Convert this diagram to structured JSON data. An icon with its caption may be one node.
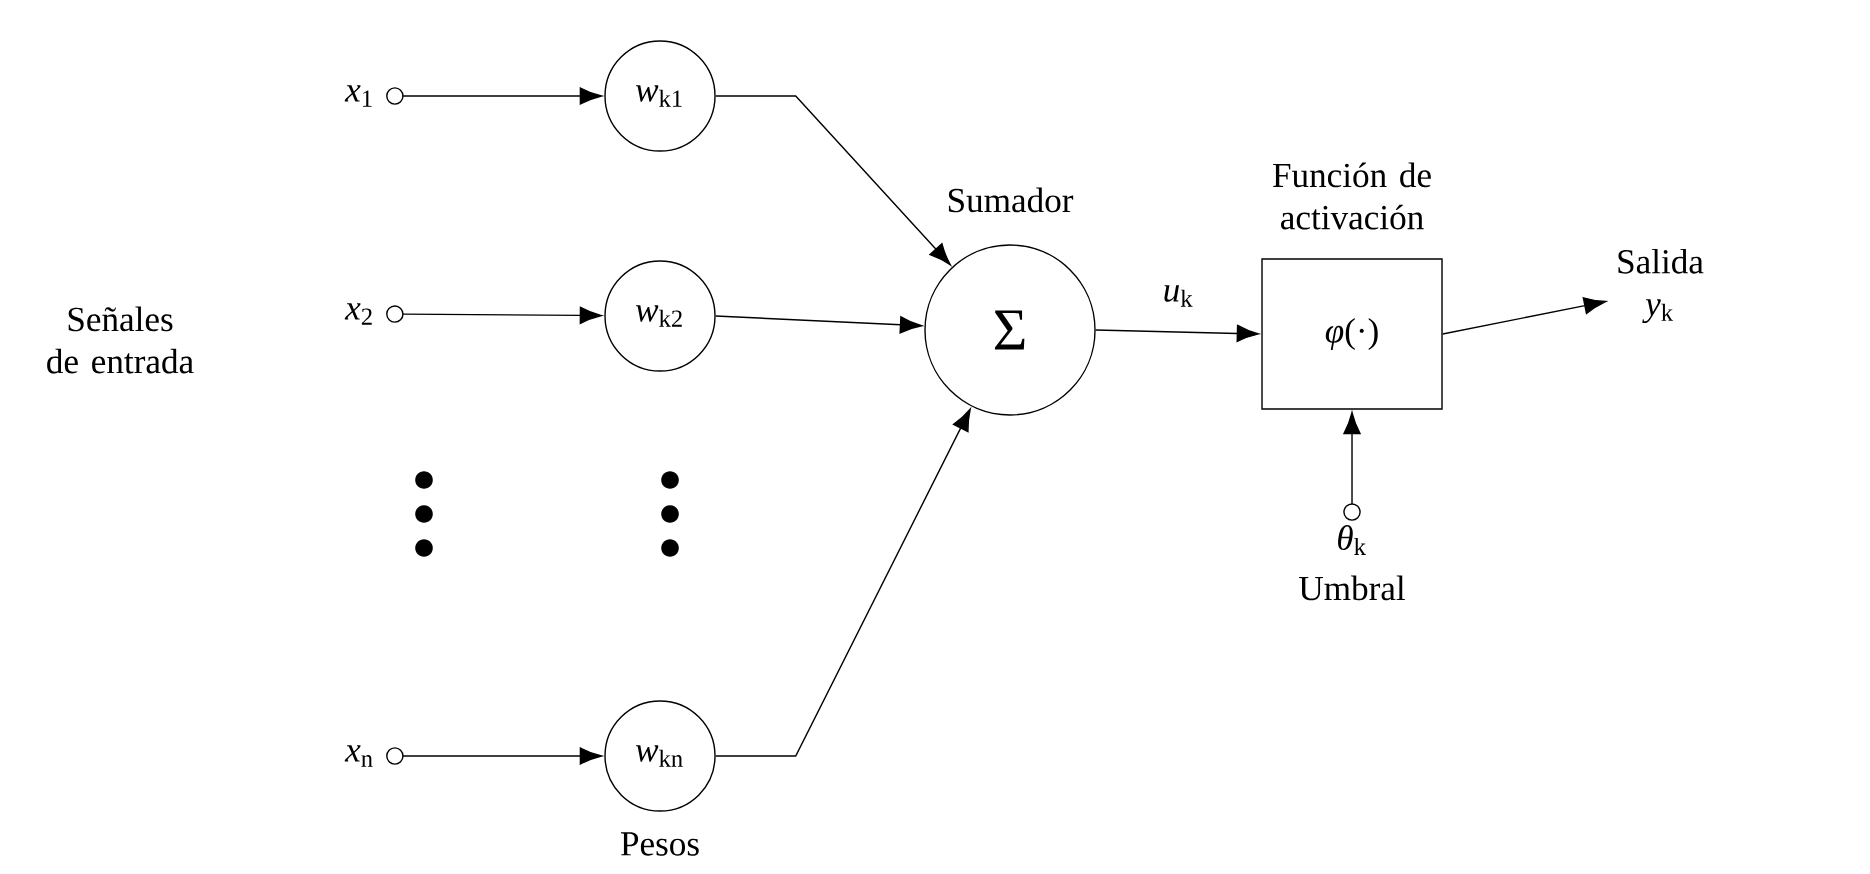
{
  "diagram": {
    "nodes": [
      {
        "text": [
          "*x*$_{1}$"
        ]
      },
      {
        "text": [
          "*w*$_{k1}$"
        ]
      },
      {
        "text": [
          "*x*$_{2}$"
        ]
      },
      {
        "text": [
          "*w*$_{k2}$"
        ]
      },
      {
        "text": [
          "*x*$_{n}$"
        ]
      },
      {
        "text": [
          "*w*$_{kn}$"
        ]
      },
      {
        "text": [
          "Σ"
        ],
        "beside": [
          "Sumador"
        ]
      },
      {
        "text": [
          "*φ*(·)"
        ],
        "beside": [
          "Función de activación"
        ]
      },
      {
        "text": [
          "*θ*$_{k}$"
        ],
        "beside": [
          "Umbral"
        ]
      },
      {
        "text": [
          "Salida",
          "*y*$_{k}$"
        ]
      }
    ],
    "edges": [
      {
        "from": 0,
        "to": 1,
        "arrow": "to"
      },
      {
        "from": 2,
        "to": 3,
        "arrow": "to"
      },
      {
        "from": 4,
        "to": 5,
        "arrow": "to"
      },
      {
        "from": 1,
        "to": 6,
        "arrow": "to"
      },
      {
        "from": 3,
        "to": 6,
        "arrow": "to"
      },
      {
        "from": 5,
        "to": 6,
        "arrow": "to"
      },
      {
        "from": 6,
        "to": 7,
        "arrow": "to",
        "label": "*u*$_{k}$"
      },
      {
        "from": 8,
        "to": 7,
        "arrow": "to"
      },
      {
        "from": 7,
        "to": 9,
        "arrow": "to"
      }
    ],
    "labels": [
      "Señales de entrada",
      "Pesos"
    ]
  }
}
